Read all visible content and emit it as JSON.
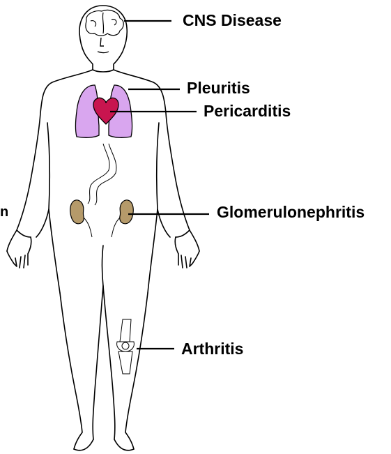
{
  "labels": {
    "cns": "CNS Disease",
    "pleuritis": "Pleuritis",
    "pericarditis": "Pericarditis",
    "glomerulonephritis": "Glomerulonephritis",
    "arthritis": "Arthritis"
  },
  "edge_fragment": "n",
  "colors": {
    "lung": "#d9a6ef",
    "heart": "#c8154f",
    "kidney": "#b59a6a",
    "outline": "#000000"
  }
}
